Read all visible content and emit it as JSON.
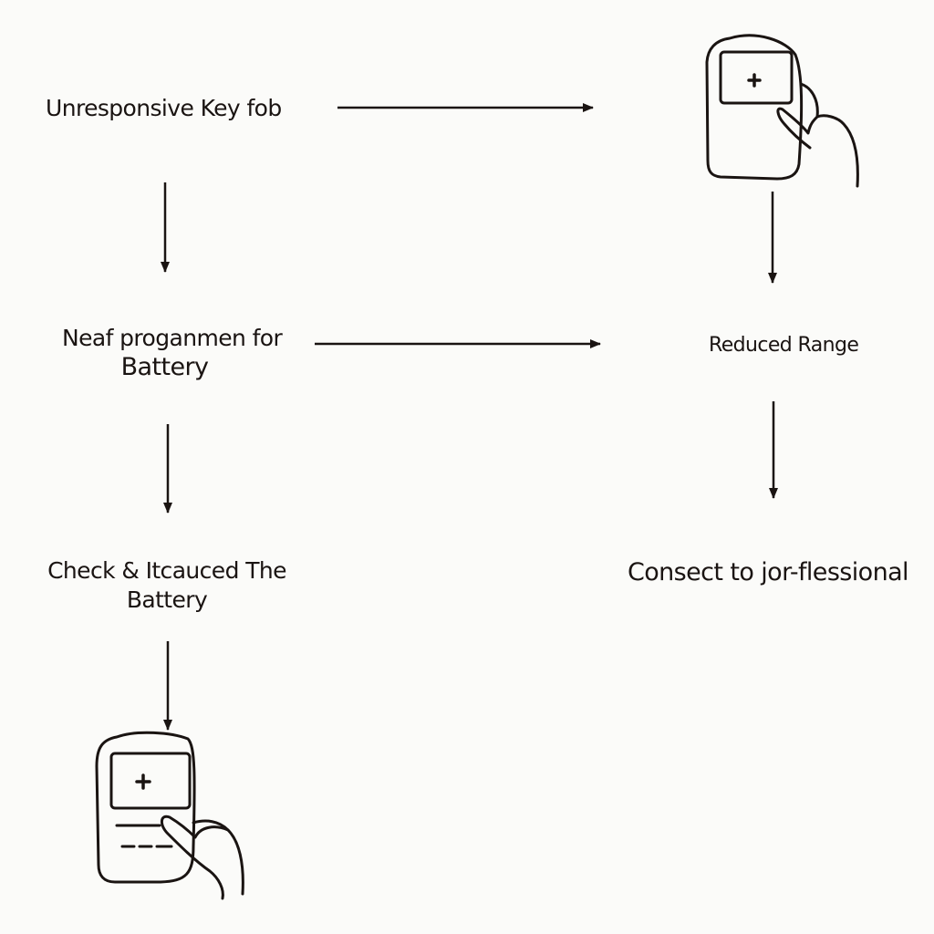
{
  "diagram": {
    "nodes": {
      "unresponsive": {
        "text": "Unresponsive Key fob"
      },
      "program_battery": {
        "line1": "Neaf proganmen for",
        "line2": "Battery"
      },
      "check_battery": {
        "line1": "Check & Itcauced The",
        "line2": "Battery"
      },
      "reduced_range": {
        "text": "Reduced Range"
      },
      "contact_professional": {
        "text": "Consect to jor-flessional"
      }
    },
    "icons": {
      "top_right": "key-fob-in-hand-icon",
      "bottom_left": "key-fob-in-hand-icon"
    },
    "colors": {
      "background": "#fbfbf9",
      "ink": "#1a1412"
    }
  }
}
